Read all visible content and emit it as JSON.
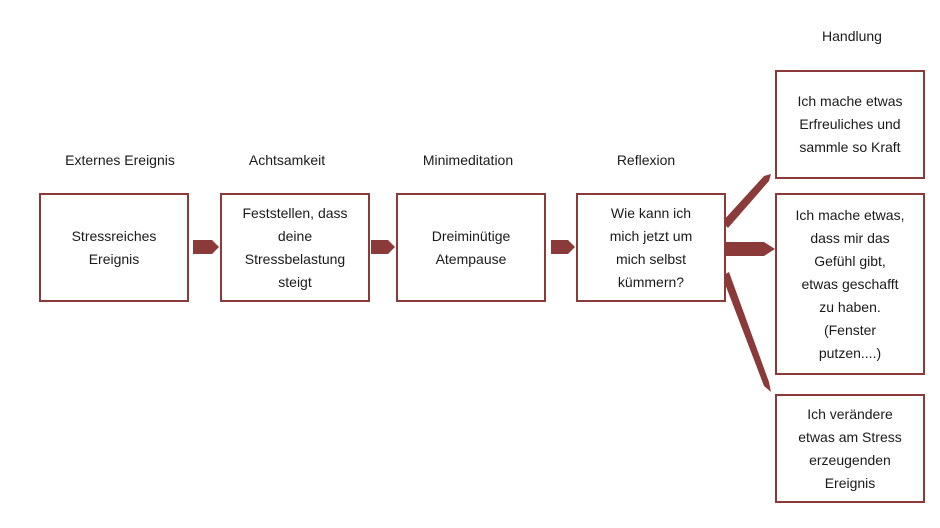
{
  "headings": {
    "external": "Externes Ereignis",
    "mindfulness": "Achtsamkeit",
    "meditation": "Minimeditation",
    "reflection": "Reflexion",
    "action": "Handlung"
  },
  "boxes": {
    "external": "Stressreiches\nEreignis",
    "mindfulness": "Feststellen, dass\ndeine\nStressbelastung\nsteigt",
    "meditation": "Dreiminütige\nAtempause",
    "reflection": "Wie kann ich\nmich jetzt um\nmich selbst\nkümmern?"
  },
  "actions": [
    "Ich mache etwas\nErfreuliches und\nsammle so Kraft",
    "Ich mache etwas,\ndass mir das\nGefühl gibt,\netwas geschafft\nzu haben.\n(Fenster\nputzen....)",
    "Ich verändere\netwas am Stress\nerzeugenden\nEreignis"
  ],
  "colors": {
    "accent": "#8b3a3a"
  }
}
